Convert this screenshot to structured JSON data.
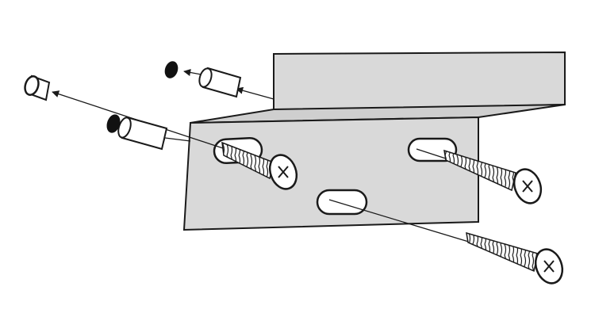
{
  "diagram": {
    "kind": "assembly-illustration",
    "parts": [
      "bracket",
      "screw",
      "screw",
      "screw",
      "wall-anchor",
      "wall-anchor",
      "wall-anchor"
    ],
    "colors": {
      "background": "#ffffff",
      "bracket_fill": "#d9d9d9",
      "outline": "#1a1a1a",
      "anchor_fill": "#ffffff",
      "anchor_cap": "#111111"
    }
  }
}
